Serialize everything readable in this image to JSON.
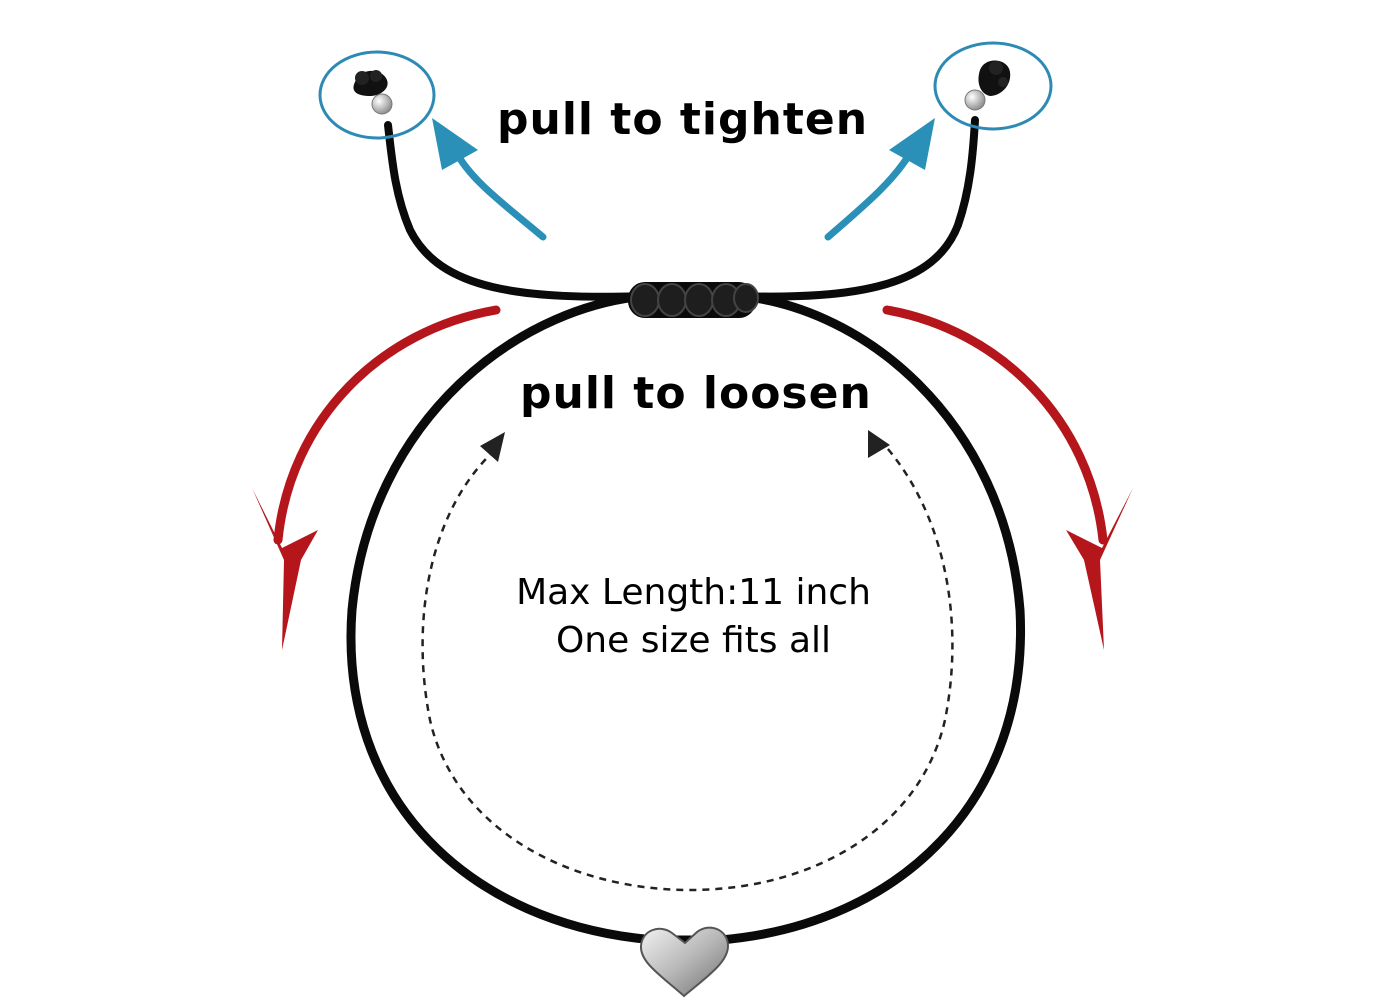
{
  "labels": {
    "tighten": "pull to tighten",
    "loosen": "pull to loosen",
    "max_length": "Max Length:11 inch",
    "one_size": "One size fits all"
  },
  "colors": {
    "cord": "#0a0a0a",
    "tighten_arrow": "#2a90b8",
    "loosen_arrow": "#b5161b",
    "highlight_ring": "#2d8ab4",
    "charm": "#c9c9c9"
  },
  "icons": {
    "left_end": "bead-knot-icon",
    "right_end": "bead-knot-icon",
    "knot": "sliding-knot-icon",
    "charm": "heart-charm-icon"
  }
}
